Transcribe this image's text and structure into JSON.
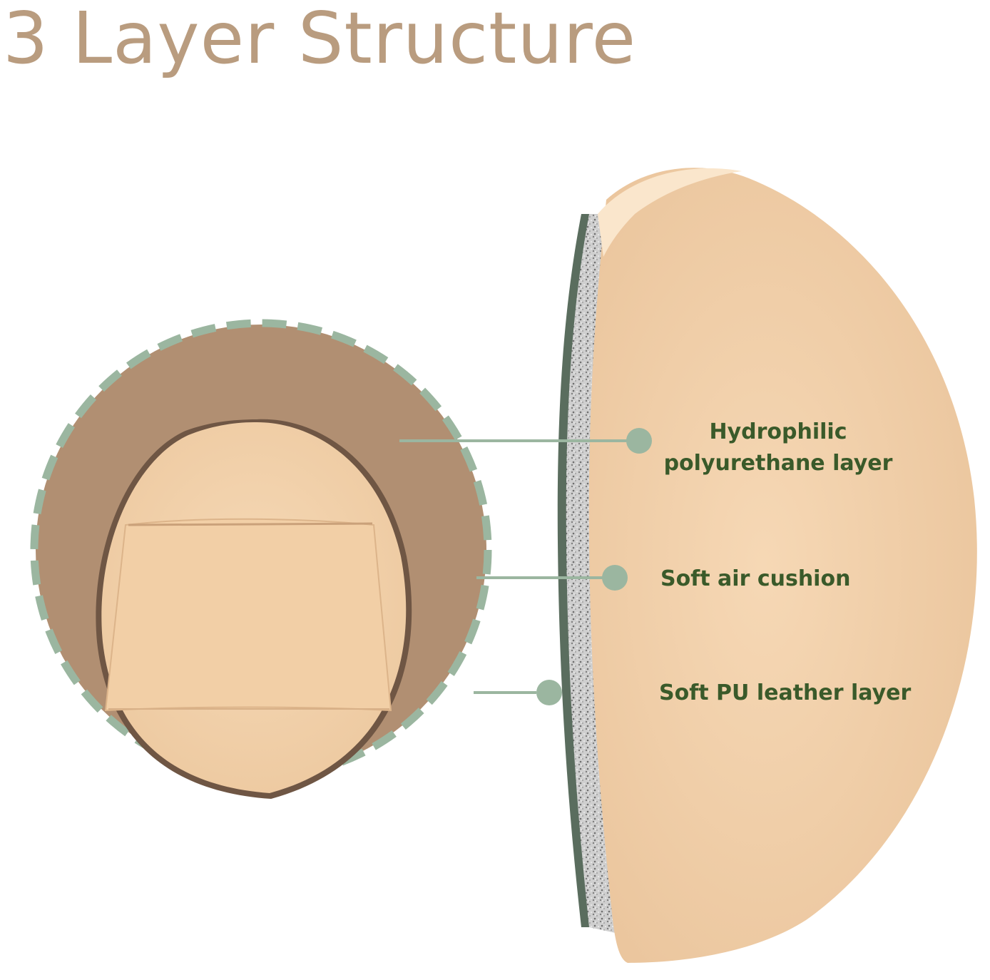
{
  "title": "3 Layer Structure",
  "colors": {
    "title": "#b99c7f",
    "label_text": "#3a5a2a",
    "sage_accent": "#9bb6a0",
    "dashed_ring": "#9bb6a0",
    "circle_background": "#b18f72",
    "puff_beige": "#f3d3ad",
    "air_cushion_grey": "#9a9a9a"
  },
  "illustration": {
    "detail_circle": "puff-closeup",
    "cross_section": "puff-cross-section"
  },
  "layers": [
    {
      "line1": "Hydrophilic",
      "line2": "polyurethane layer"
    },
    {
      "text": "Soft air cushion"
    },
    {
      "text": "Soft PU leather layer"
    }
  ]
}
